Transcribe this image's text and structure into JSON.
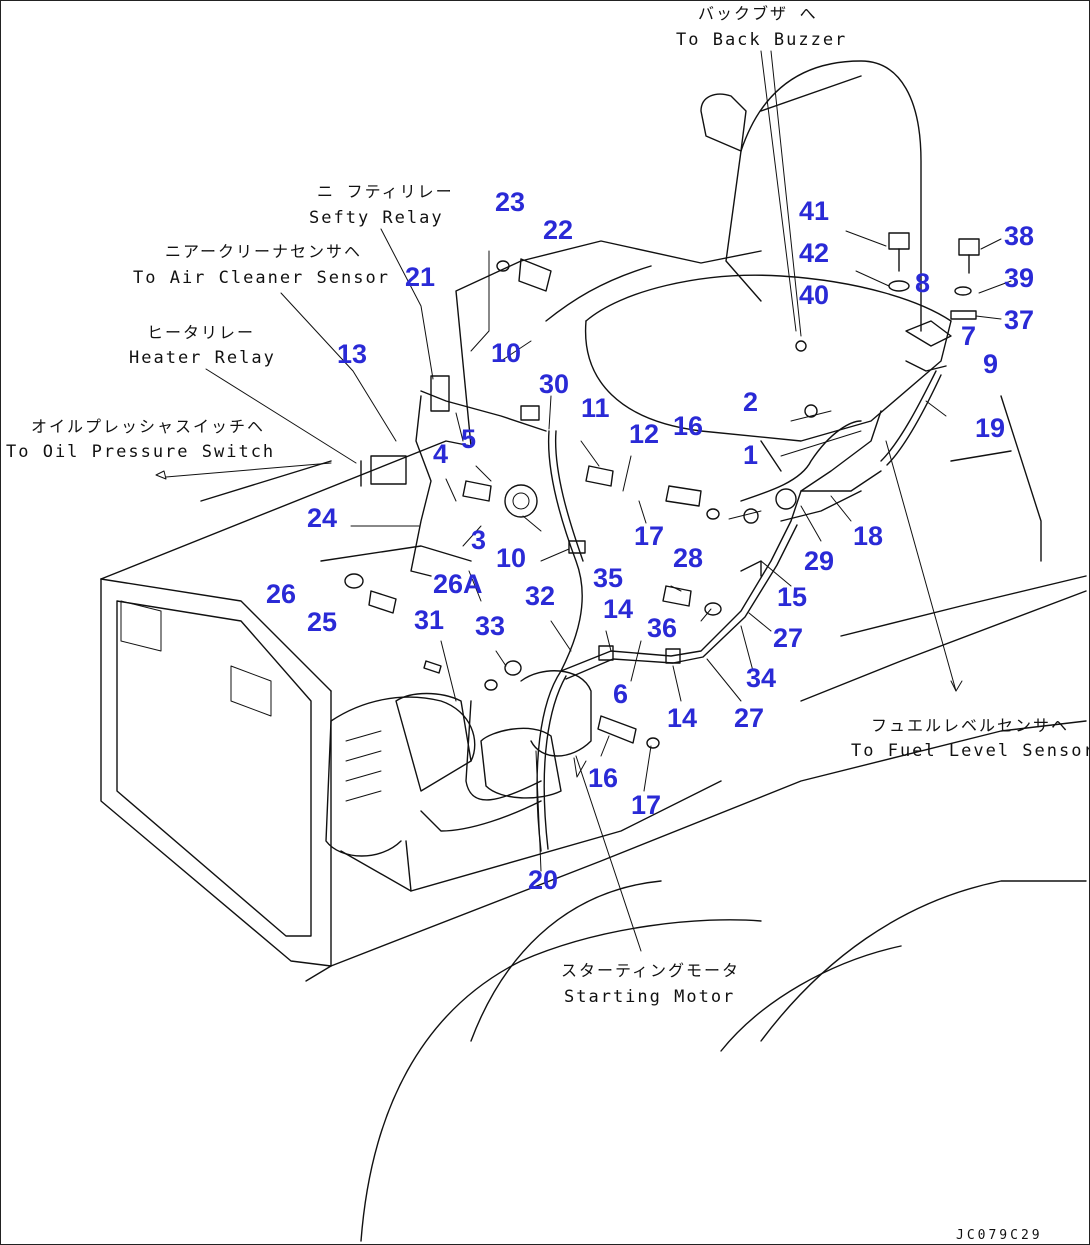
{
  "drawing_code": "JC079C29",
  "colors": {
    "part_number": "#2a2ad6",
    "line": "#111111"
  },
  "callouts": {
    "back_buzzer_jp": "バックブザ へ",
    "back_buzzer": "To Back Buzzer",
    "safety_relay_jp": "ニ フティリレー",
    "safety_relay": "Sefty Relay",
    "air_cleaner_jp": "ニアークリーナセンサヘ",
    "air_cleaner": "To Air Cleaner Sensor",
    "heater_relay_jp": "ヒータリレー",
    "heater_relay": "Heater Relay",
    "oil_pressure_jp": "オイルプレッシャスイッチヘ",
    "oil_pressure": "To Oil Pressure Switch",
    "fuel_level_jp": "フュエルレベルセンサヘ",
    "fuel_level": "To Fuel Level Sensor",
    "starting_motor_jp": "スターティングモータ",
    "starting_motor": "Starting Motor"
  },
  "part_numbers": [
    "1",
    "2",
    "3",
    "4",
    "5",
    "6",
    "7",
    "8",
    "9",
    "10",
    "10",
    "11",
    "12",
    "13",
    "14",
    "14",
    "15",
    "16",
    "16",
    "17",
    "17",
    "18",
    "19",
    "20",
    "21",
    "22",
    "23",
    "24",
    "25",
    "26",
    "26A",
    "27",
    "27",
    "28",
    "29",
    "30",
    "31",
    "32",
    "33",
    "34",
    "35",
    "36",
    "37",
    "38",
    "39",
    "40",
    "41",
    "42"
  ]
}
